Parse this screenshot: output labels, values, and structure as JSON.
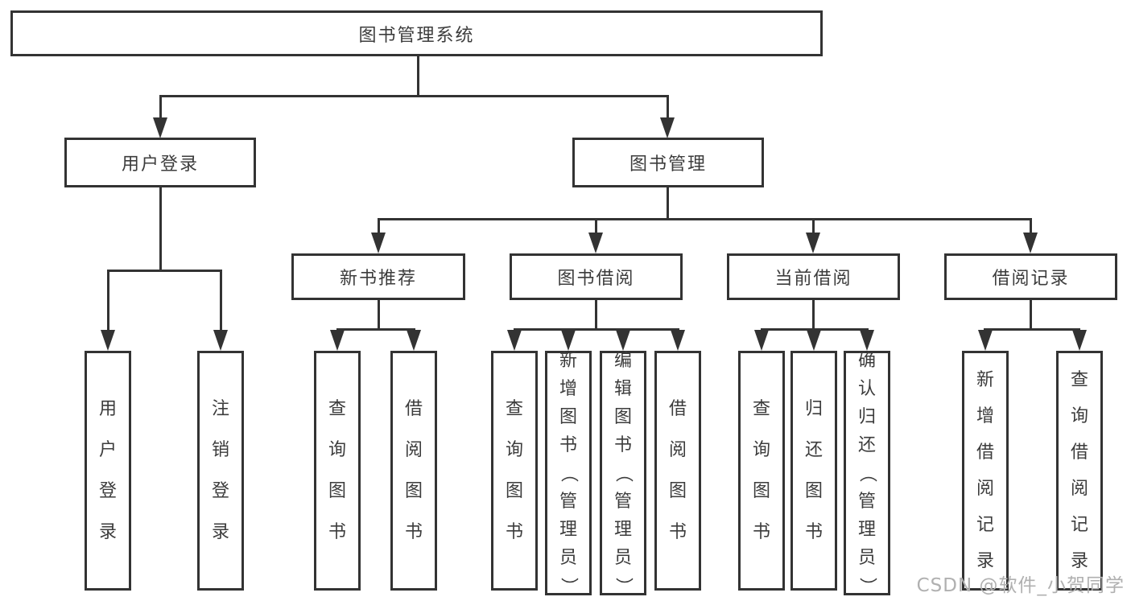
{
  "title_box": {
    "label": "图书管理系统"
  },
  "level2": [
    {
      "id": "user-login",
      "label": "用户登录"
    },
    {
      "id": "book-management",
      "label": "图书管理"
    }
  ],
  "level3": [
    {
      "id": "new-book-recommend",
      "label": "新书推荐",
      "parent": "图书管理"
    },
    {
      "id": "book-borrowing",
      "label": "图书借阅",
      "parent": "图书管理"
    },
    {
      "id": "current-borrowing",
      "label": "当前借阅",
      "parent": "图书管理"
    },
    {
      "id": "borrowing-records",
      "label": "借阅记录",
      "parent": "图书管理"
    }
  ],
  "level4": [
    {
      "label": "用户登录",
      "parent": "用户登录"
    },
    {
      "label": "注销登录",
      "parent": "用户登录"
    },
    {
      "label": "查询图书",
      "parent": "新书推荐"
    },
    {
      "label": "借阅图书",
      "parent": "新书推荐"
    },
    {
      "label": "查询图书",
      "parent": "图书借阅"
    },
    {
      "label": "新增图书（管理员）",
      "parent": "图书借阅"
    },
    {
      "label": "编辑图书（管理员）",
      "parent": "图书借阅"
    },
    {
      "label": "借阅图书",
      "parent": "图书借阅"
    },
    {
      "label": "查询图书",
      "parent": "当前借阅"
    },
    {
      "label": "归还图书",
      "parent": "当前借阅"
    },
    {
      "label": "确认归还（管理员）",
      "parent": "当前借阅"
    },
    {
      "label": "新增借阅记录",
      "parent": "借阅记录"
    },
    {
      "label": "查询借阅记录",
      "parent": "借阅记录"
    }
  ],
  "watermark": {
    "label": "CSDN @软件_小贺同学"
  },
  "colors": {
    "line": "#333333",
    "text": "#3c3c3c",
    "background": "#ffffff",
    "watermark": "#b0b0b0"
  }
}
